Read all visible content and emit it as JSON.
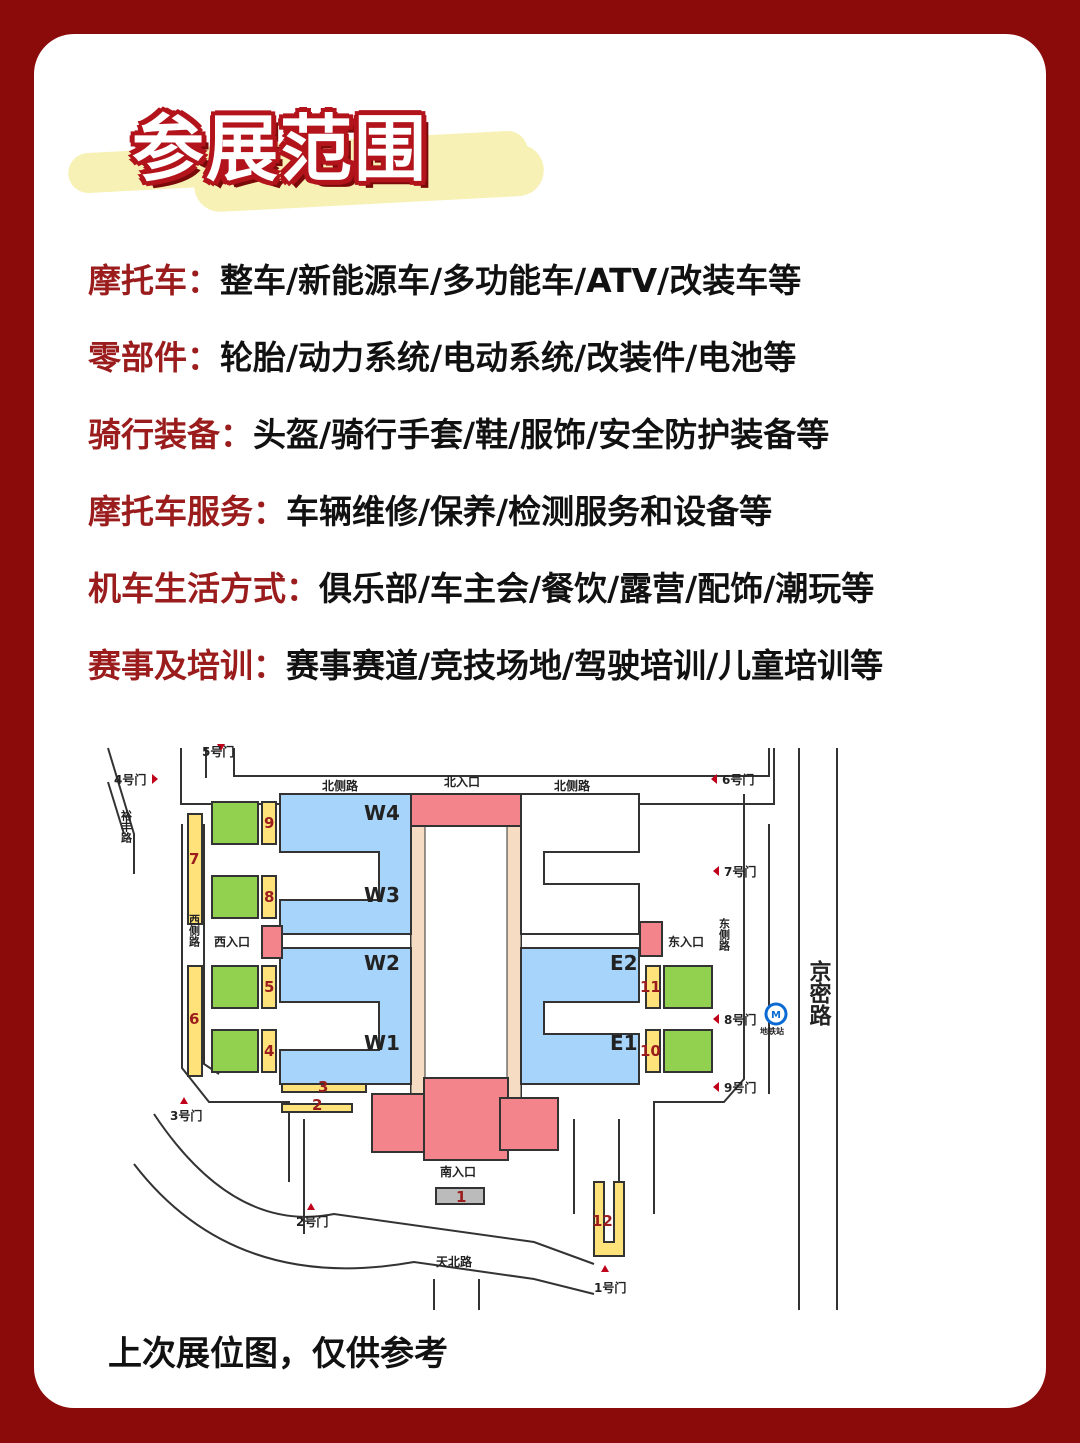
{
  "title": "参展范围",
  "categories": [
    {
      "label": "摩托车：",
      "items": "整车/新能源车/多功能车/ATV/改装车等"
    },
    {
      "label": "零部件：",
      "items": "轮胎/动力系统/电动系统/改装件/电池等"
    },
    {
      "label": "骑行装备：",
      "items": "头盔/骑行手套/鞋/服饰/安全防护装备等"
    },
    {
      "label": "摩托车服务：",
      "items": "车辆维修/保养/检测服务和设备等"
    },
    {
      "label": "机车生活方式：",
      "items": "俱乐部/车主会/餐饮/露营/配饰/潮玩等"
    },
    {
      "label": "赛事及培训：",
      "items": "赛事赛道/竞技场地/驾驶培训/儿童培训等"
    }
  ],
  "map": {
    "halls": [
      "W4",
      "W3",
      "W2",
      "W1",
      "E2",
      "E1"
    ],
    "gates": [
      "1号门",
      "2号门",
      "3号门",
      "4号门",
      "5号门",
      "6号门",
      "7号门",
      "8号门",
      "9号门"
    ],
    "entrances": [
      "北入口",
      "南入口",
      "西入口",
      "东入口"
    ],
    "roads": [
      "北侧路",
      "北侧路",
      "西侧路",
      "东侧路",
      "裕丰路",
      "天北路",
      "京密路"
    ],
    "zones": [
      "1",
      "2",
      "3",
      "4",
      "5",
      "6",
      "7",
      "8",
      "9",
      "10",
      "11",
      "12"
    ],
    "metro_label": "地铁站"
  },
  "colors": {
    "background": "#8b0a0a",
    "accent": "#9b1c1c",
    "hall": "#a6d4fa",
    "entrance": "#f4848c",
    "green": "#92d050",
    "yellow": "#ffe37a"
  },
  "caption": "上次展位图，仅供参考"
}
